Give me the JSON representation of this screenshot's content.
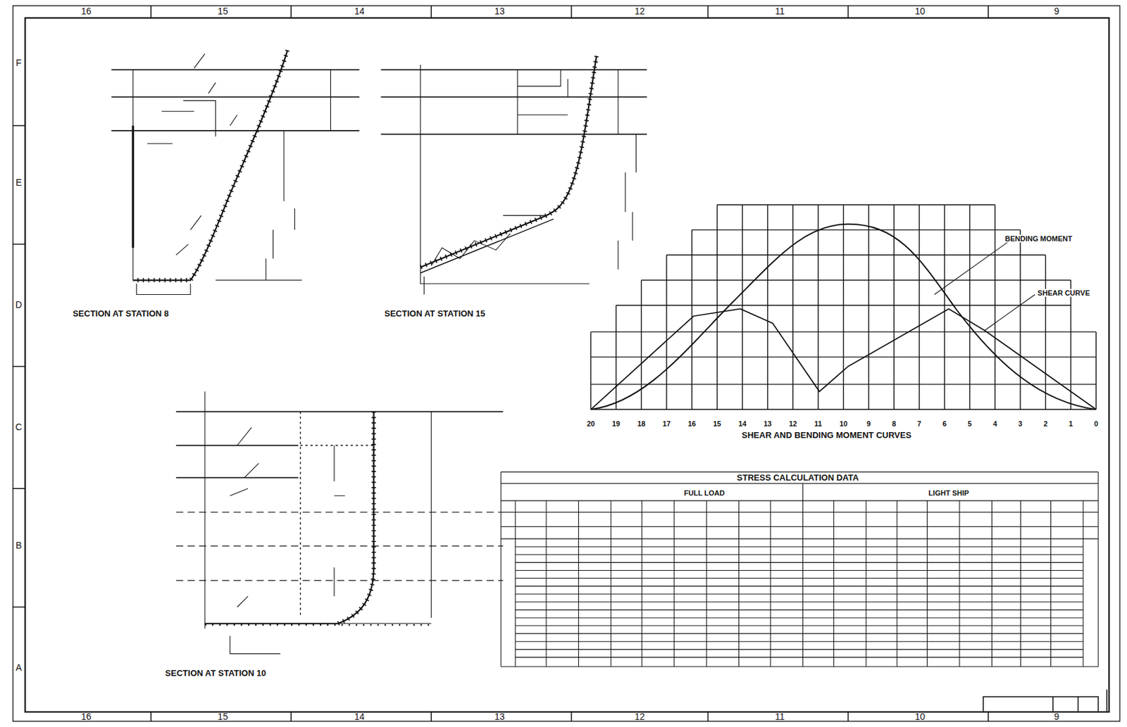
{
  "diagram": {
    "labels": [
      "16",
      "15",
      "14",
      "13",
      "12",
      "11",
      "10",
      "9",
      "16",
      "15",
      "14",
      "13",
      "12",
      "11",
      "10",
      "9",
      "F",
      "E",
      "D",
      "C",
      "B",
      "A",
      "SECTION AT STATION 8",
      "SECTION AT STATION 15",
      "SECTION AT STATION 10",
      "20",
      "19",
      "18",
      "17",
      "16",
      "15",
      "14",
      "13",
      "12",
      "11",
      "10",
      "9",
      "8",
      "7",
      "6",
      "5",
      "4",
      "3",
      "2",
      "1",
      "0",
      "SHEAR AND BENDING MOMENT CURVES",
      "BENDING MOMENT",
      "SHEAR CURVE",
      "STRESS CALCULATION DATA",
      "FULL LOAD",
      "LIGHT SHIP"
    ]
  }
}
